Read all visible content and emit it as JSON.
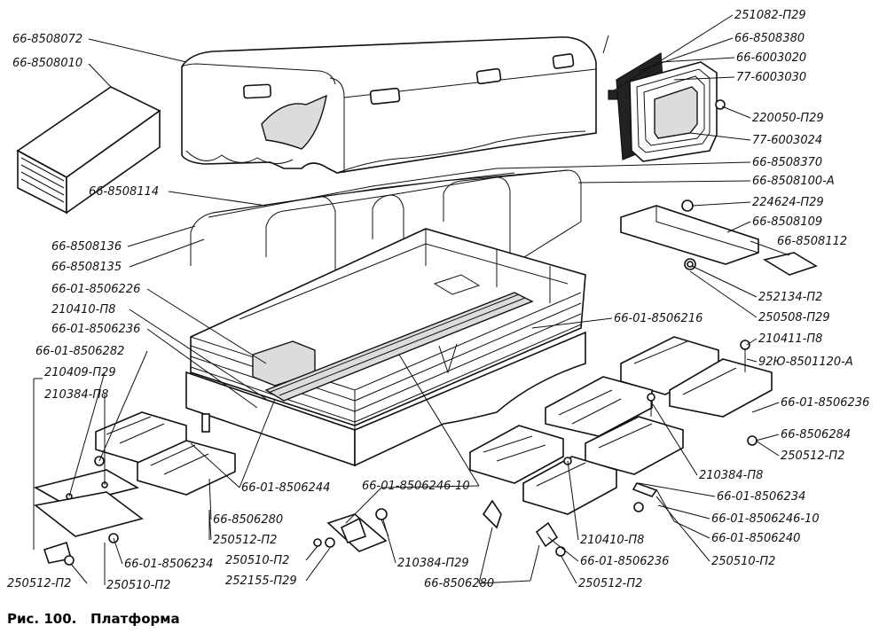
{
  "caption": {
    "figure": "Рис. 100.",
    "title": "Платформа"
  },
  "labels": {
    "l_8508072": "66-8508072",
    "l_8508010": "66-8508010",
    "l_251082": "251082-П29",
    "l_8508380": "66-8508380",
    "l_6003020": "66-6003020",
    "l_6003030": "77-6003030",
    "l_220050": "220050-П29",
    "l_6003024": "77-6003024",
    "l_8508370": "66-8508370",
    "l_8508100": "66-8508100-А",
    "l_8508114": "66-8508114",
    "l_224624": "224624-П29",
    "l_8508109": "66-8508109",
    "l_8508112": "66-8508112",
    "l_8508136": "66-8508136",
    "l_8508135": "66-8508135",
    "l_8506226": "66-01-8506226",
    "l_252134": "252134-П2",
    "l_250508": "250508-П29",
    "l_210410a": "210410-П8",
    "l_8506216": "66-01-8506216",
    "l_8506236a": "66-01-8506236",
    "l_210411": "210411-П8",
    "l_8506282": "66-01-8506282",
    "l_8501120": "92Ю-8501120-А",
    "l_210409": "210409-П29",
    "l_210384a": "210384-П8",
    "l_8506236b": "66-01-8506236",
    "l_8506284": "66-8506284",
    "l_250512a": "250512-П2",
    "l_210384b": "210384-П8",
    "l_8506244": "66-01-8506244",
    "l_8506246a": "66-01-8506246-10",
    "l_8506234a": "66-01-8506234",
    "l_8506280a": "66-8506280",
    "l_8506246b": "66-01-8506246-10",
    "l_250512b": "250512-П2",
    "l_8506240": "66-01-8506240",
    "l_250510a": "250510-П2",
    "l_210410b": "210410-П8",
    "l_8506234b": "66-01-8506234",
    "l_210384c": "210384-П29",
    "l_8506236c": "66-01-8506236",
    "l_250510b": "250510-П2",
    "l_252155": "252155-П29",
    "l_8506280b": "66-8506280",
    "l_250512c": "250512-П2",
    "l_250510c": "250510-П2",
    "l_250512d": "250512-П2"
  }
}
